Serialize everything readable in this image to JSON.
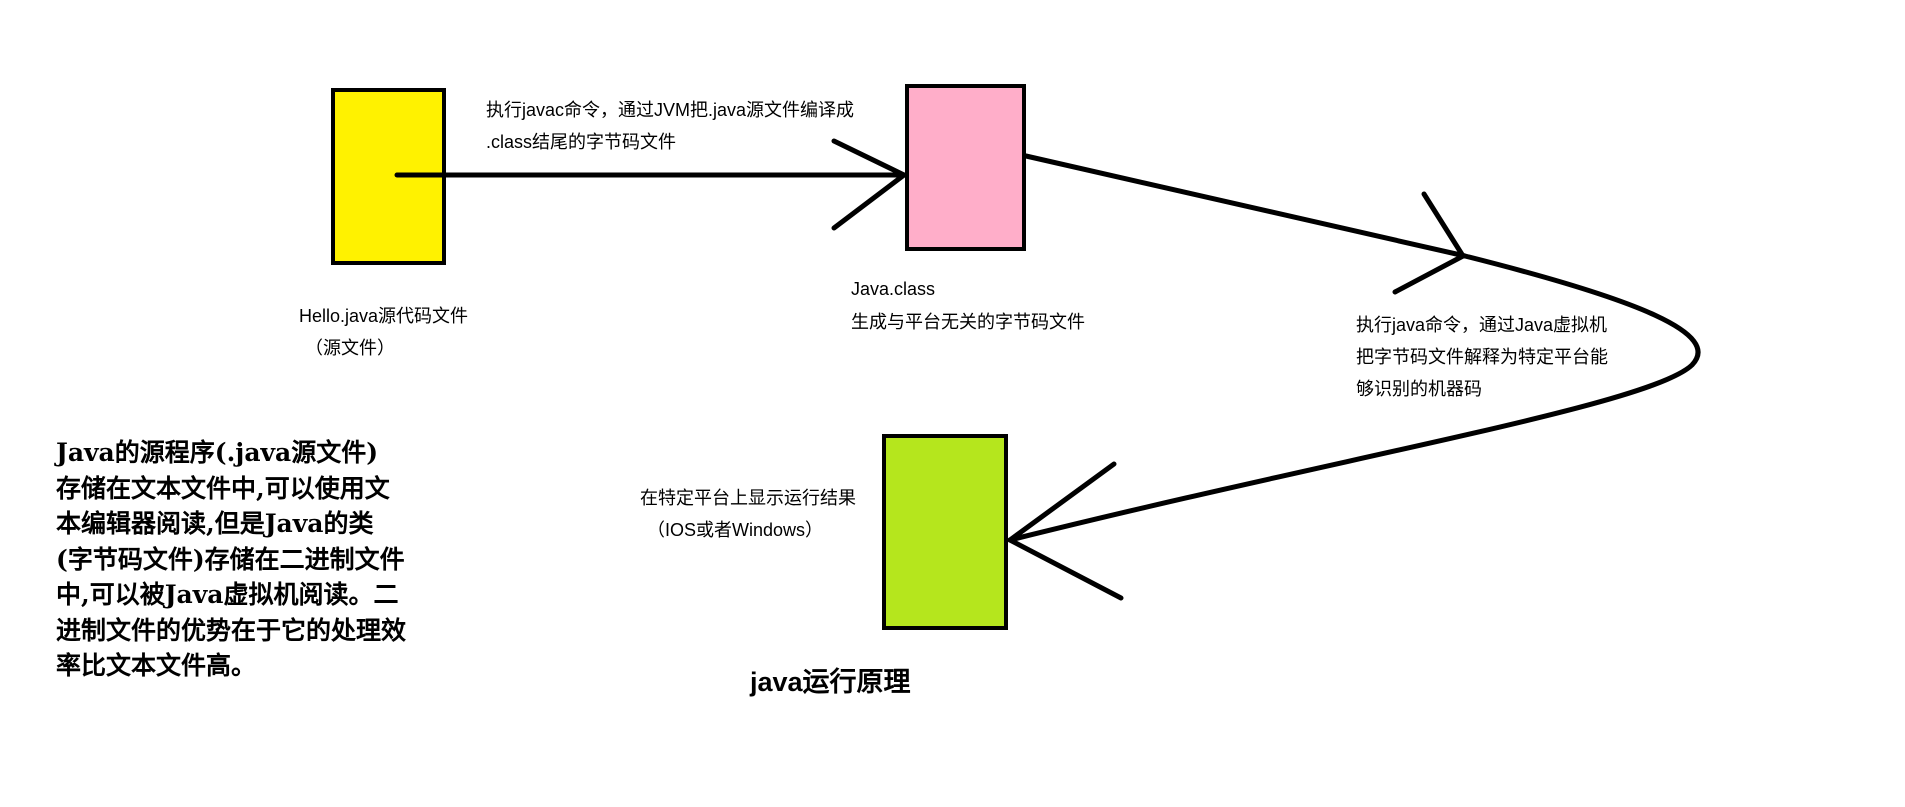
{
  "colors": {
    "source_box": "#FFF200",
    "class_box": "#FFAEC9",
    "result_box": "#B5E61D",
    "stroke": "#000000"
  },
  "notes": {
    "javac": {
      "line1": "执行javac命令，通过JVM把.java源文件编译成",
      "line2": ".class结尾的字节码文件"
    },
    "source_file": {
      "line1": "Hello.java源代码文件",
      "line2": "（源文件）"
    },
    "class_file": {
      "line1": "Java.class",
      "line2": "生成与平台无关的字节码文件"
    },
    "java_cmd": {
      "line1": "执行java命令，通过Java虚拟机",
      "line2": "把字节码文件解释为特定平台能",
      "line3": "够识别的机器码"
    },
    "result": {
      "line1": "在特定平台上显示运行结果",
      "line2": "（IOS或者Windows）"
    }
  },
  "title": "java运行原理",
  "paragraph": [
    "Java的源程序(.java源文件)",
    "存储在文本文件中,可以使用文",
    "本编辑器阅读,但是Java的类",
    "(字节码文件)存储在二进制文件",
    "中,可以被Java虚拟机阅读。二",
    "进制文件的优势在于它的处理效",
    "率比文本文件高。"
  ]
}
